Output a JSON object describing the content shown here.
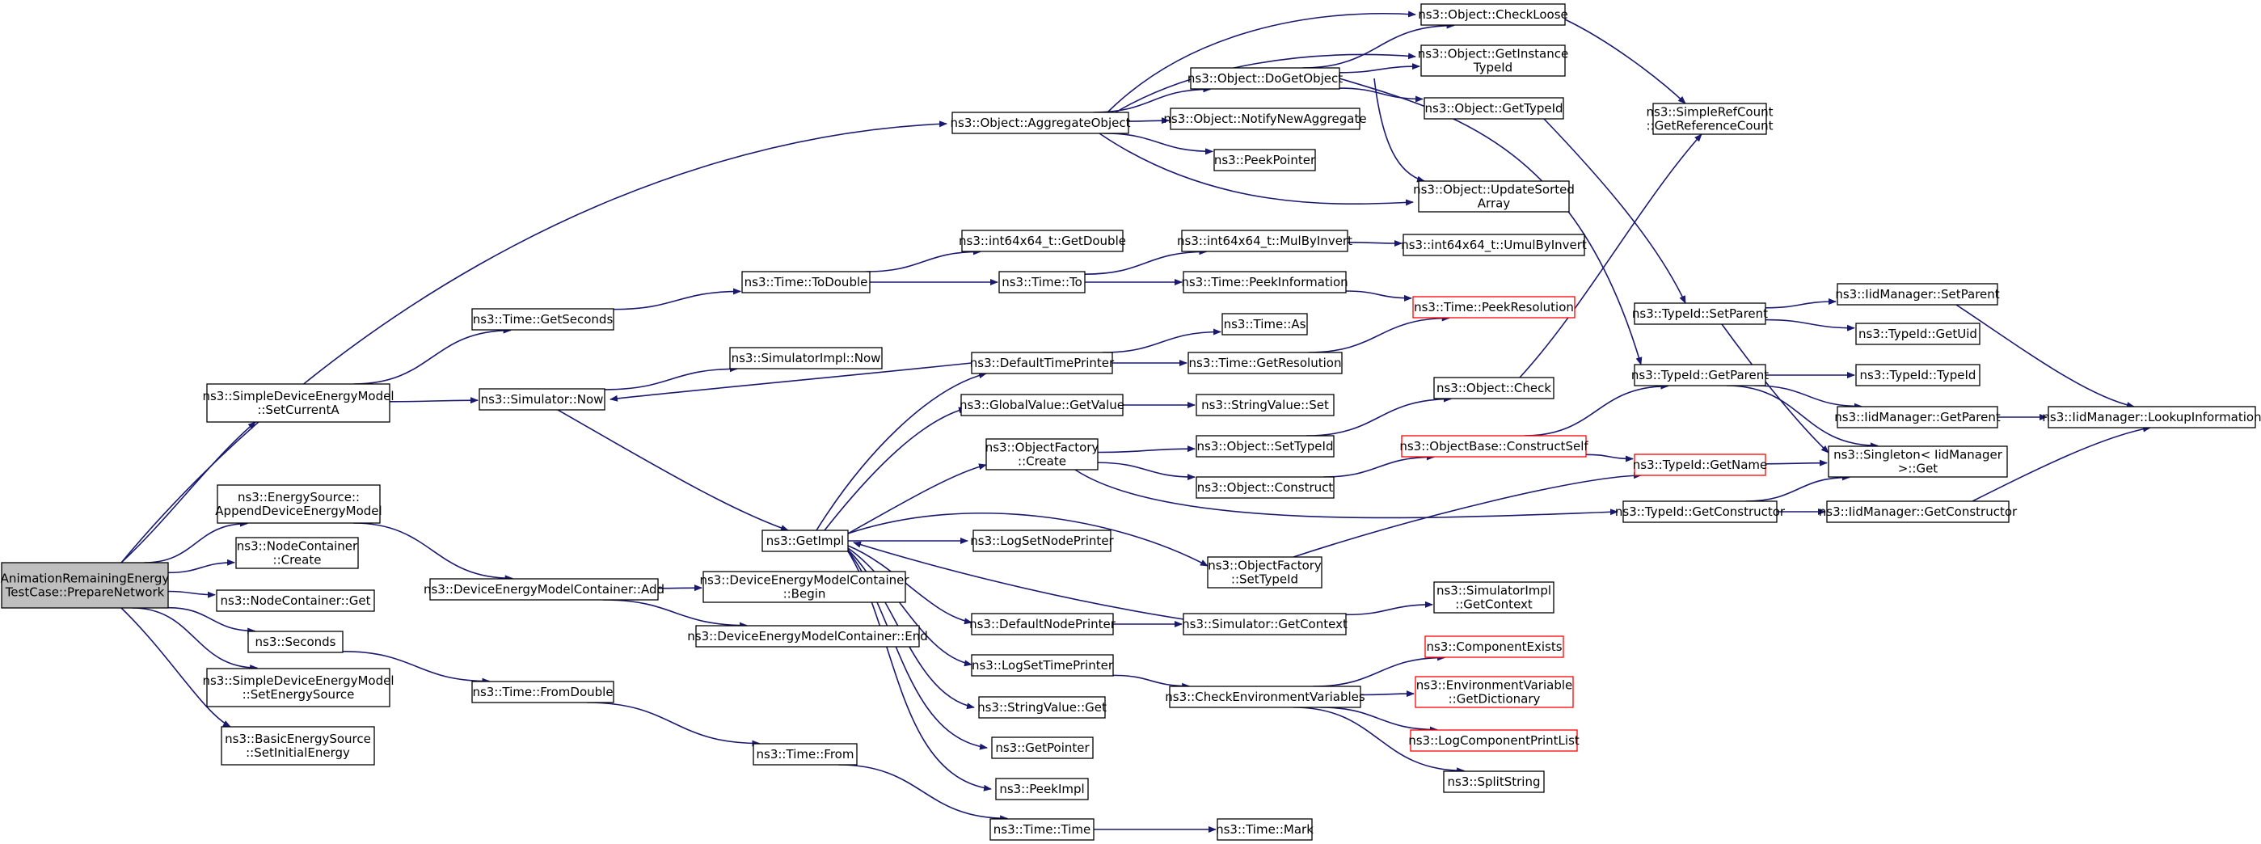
{
  "graph": {
    "colors": {
      "edge": "#191970",
      "node_border": "#000000",
      "truncated_border": "#ff0000",
      "root_fill": "#bfbfbf",
      "background": "#ffffff"
    },
    "nodes": [
      {
        "id": "root",
        "lines": [
          "AnimationRemainingEnergy",
          "TestCase::PrepareNetwork"
        ],
        "root": true
      },
      {
        "id": "aggregate",
        "lines": [
          "ns3::Object::AggregateObject"
        ]
      },
      {
        "id": "setcurrent",
        "lines": [
          "ns3::SimpleDeviceEnergyModel",
          "::SetCurrentA"
        ]
      },
      {
        "id": "appenddev",
        "lines": [
          "ns3::EnergySource::",
          "AppendDeviceEnergyModel"
        ]
      },
      {
        "id": "nccreate",
        "lines": [
          "ns3::NodeContainer",
          "::Create"
        ]
      },
      {
        "id": "ncget",
        "lines": [
          "ns3::NodeContainer::Get"
        ]
      },
      {
        "id": "seconds",
        "lines": [
          "ns3::Seconds"
        ]
      },
      {
        "id": "setenergysrc",
        "lines": [
          "ns3::SimpleDeviceEnergyModel",
          "::SetEnergySource"
        ]
      },
      {
        "id": "setinitial",
        "lines": [
          "ns3::BasicEnergySource",
          "::SetInitialEnergy"
        ]
      },
      {
        "id": "getseconds",
        "lines": [
          "ns3::Time::GetSeconds"
        ]
      },
      {
        "id": "simnow",
        "lines": [
          "ns3::Simulator::Now"
        ]
      },
      {
        "id": "demcadd",
        "lines": [
          "ns3::DeviceEnergyModelContainer::Add"
        ]
      },
      {
        "id": "fromdouble",
        "lines": [
          "ns3::Time::FromDouble"
        ]
      },
      {
        "id": "todouble",
        "lines": [
          "ns3::Time::ToDouble"
        ]
      },
      {
        "id": "simimplnow",
        "lines": [
          "ns3::SimulatorImpl::Now"
        ]
      },
      {
        "id": "getimpl",
        "lines": [
          "ns3::GetImpl"
        ]
      },
      {
        "id": "demcbegin",
        "lines": [
          "ns3::DeviceEnergyModelContainer",
          "::Begin"
        ]
      },
      {
        "id": "demcend",
        "lines": [
          "ns3::DeviceEnergyModelContainer::End"
        ]
      },
      {
        "id": "timefrom",
        "lines": [
          "ns3::Time::From"
        ]
      },
      {
        "id": "getdouble",
        "lines": [
          "ns3::int64x64_t::GetDouble"
        ]
      },
      {
        "id": "timeto",
        "lines": [
          "ns3::Time::To"
        ]
      },
      {
        "id": "deftimeprinter",
        "lines": [
          "ns3::DefaultTimePrinter"
        ]
      },
      {
        "id": "gvgetvalue",
        "lines": [
          "ns3::GlobalValue::GetValue"
        ]
      },
      {
        "id": "ofcreate",
        "lines": [
          "ns3::ObjectFactory",
          "::Create"
        ]
      },
      {
        "id": "logsetnode",
        "lines": [
          "ns3::LogSetNodePrinter"
        ]
      },
      {
        "id": "defnodeprinter",
        "lines": [
          "ns3::DefaultNodePrinter"
        ]
      },
      {
        "id": "logsettime",
        "lines": [
          "ns3::LogSetTimePrinter"
        ]
      },
      {
        "id": "svget",
        "lines": [
          "ns3::StringValue::Get"
        ]
      },
      {
        "id": "getpointer",
        "lines": [
          "ns3::GetPointer"
        ]
      },
      {
        "id": "peekimpl",
        "lines": [
          "ns3::PeekImpl"
        ]
      },
      {
        "id": "timetime",
        "lines": [
          "ns3::Time::Time"
        ]
      },
      {
        "id": "dogetobject",
        "lines": [
          "ns3::Object::DoGetObject"
        ]
      },
      {
        "id": "notifynewagg",
        "lines": [
          "ns3::Object::NotifyNewAggregate"
        ]
      },
      {
        "id": "peekpointer",
        "lines": [
          "ns3::PeekPointer"
        ]
      },
      {
        "id": "mulbyinvert",
        "lines": [
          "ns3::int64x64_t::MulByInvert"
        ]
      },
      {
        "id": "peekinfo",
        "lines": [
          "ns3::Time::PeekInformation"
        ]
      },
      {
        "id": "timeas",
        "lines": [
          "ns3::Time::As"
        ]
      },
      {
        "id": "getresolution",
        "lines": [
          "ns3::Time::GetResolution"
        ]
      },
      {
        "id": "svset",
        "lines": [
          "ns3::StringValue::Set"
        ]
      },
      {
        "id": "objsettypeid",
        "lines": [
          "ns3::Object::SetTypeId"
        ]
      },
      {
        "id": "objconstruct",
        "lines": [
          "ns3::Object::Construct"
        ]
      },
      {
        "id": "ofsettypeid",
        "lines": [
          "ns3::ObjectFactory",
          "::SetTypeId"
        ]
      },
      {
        "id": "simgetcontext",
        "lines": [
          "ns3::Simulator::GetContext"
        ]
      },
      {
        "id": "checkenv",
        "lines": [
          "ns3::CheckEnvironmentVariables"
        ]
      },
      {
        "id": "timemark",
        "lines": [
          "ns3::Time::Mark"
        ]
      },
      {
        "id": "checkloose",
        "lines": [
          "ns3::Object::CheckLoose"
        ]
      },
      {
        "id": "getinstancetid",
        "lines": [
          "ns3::Object::GetInstance",
          "TypeId"
        ]
      },
      {
        "id": "objgettypeid",
        "lines": [
          "ns3::Object::GetTypeId"
        ]
      },
      {
        "id": "updatesorted",
        "lines": [
          "ns3::Object::UpdateSorted",
          "Array"
        ]
      },
      {
        "id": "umulbyinvert",
        "lines": [
          "ns3::int64x64_t::UmulByInvert"
        ]
      },
      {
        "id": "peekres",
        "lines": [
          "ns3::Time::PeekResolution"
        ],
        "truncated": true
      },
      {
        "id": "objcheck",
        "lines": [
          "ns3::Object::Check"
        ]
      },
      {
        "id": "constructself",
        "lines": [
          "ns3::ObjectBase::ConstructSelf"
        ],
        "truncated": true
      },
      {
        "id": "simimplgetctx",
        "lines": [
          "ns3::SimulatorImpl",
          "::GetContext"
        ]
      },
      {
        "id": "compexists",
        "lines": [
          "ns3::ComponentExists"
        ],
        "truncated": true
      },
      {
        "id": "envgetdict",
        "lines": [
          "ns3::EnvironmentVariable",
          "::GetDictionary"
        ],
        "truncated": true
      },
      {
        "id": "logcompprint",
        "lines": [
          "ns3::LogComponentPrintList"
        ],
        "truncated": true
      },
      {
        "id": "splitstring",
        "lines": [
          "ns3::SplitString"
        ]
      },
      {
        "id": "getrefcount",
        "lines": [
          "ns3::SimpleRefCount",
          "::GetReferenceCount"
        ]
      },
      {
        "id": "tidsetparent",
        "lines": [
          "ns3::TypeId::SetParent"
        ]
      },
      {
        "id": "tidgetparent",
        "lines": [
          "ns3::TypeId::GetParent"
        ]
      },
      {
        "id": "tidgetname",
        "lines": [
          "ns3::TypeId::GetName"
        ],
        "truncated": true
      },
      {
        "id": "tidgetctor",
        "lines": [
          "ns3::TypeId::GetConstructor"
        ]
      },
      {
        "id": "iidsetparent",
        "lines": [
          "ns3::IidManager::SetParent"
        ]
      },
      {
        "id": "tidgetuid",
        "lines": [
          "ns3::TypeId::GetUid"
        ]
      },
      {
        "id": "tidtypeid",
        "lines": [
          "ns3::TypeId::TypeId"
        ]
      },
      {
        "id": "iidgetparent",
        "lines": [
          "ns3::IidManager::GetParent"
        ]
      },
      {
        "id": "singletonget",
        "lines": [
          "ns3::Singleton< IidManager",
          ">::Get"
        ]
      },
      {
        "id": "iidgetctor",
        "lines": [
          "ns3::IidManager::GetConstructor"
        ]
      },
      {
        "id": "iidlookup",
        "lines": [
          "ns3::IidManager::LookupInformation"
        ]
      }
    ]
  }
}
